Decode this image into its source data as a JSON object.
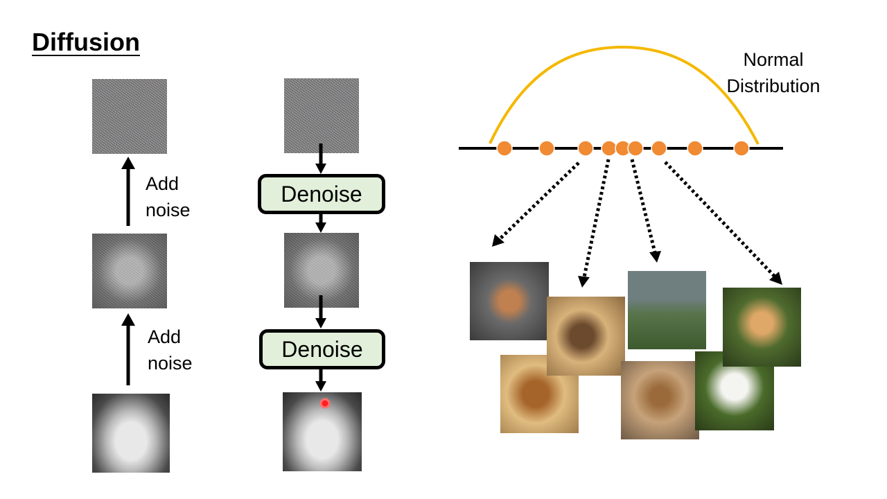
{
  "title": "Diffusion",
  "forward_process": {
    "step_labels": [
      "Add noise",
      "Add noise"
    ]
  },
  "reverse_process": {
    "steps": [
      "Denoise",
      "Denoise"
    ]
  },
  "distribution": {
    "label": "Normal Distribution",
    "curve_color": "#f4b800",
    "sample_color": "#f08a33",
    "sample_count": 9
  }
}
